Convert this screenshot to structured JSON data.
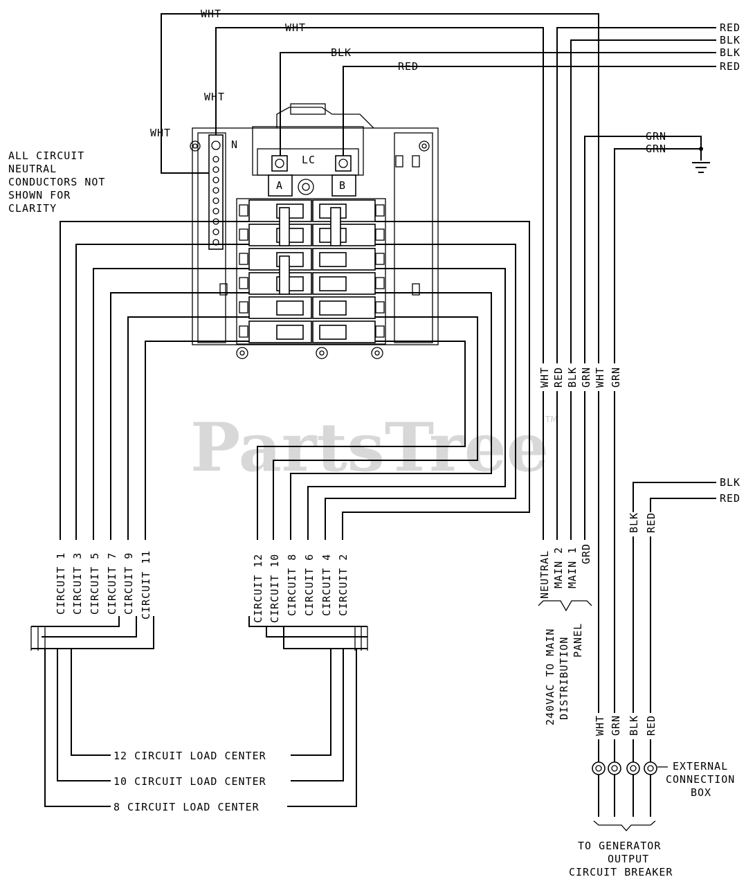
{
  "watermark": {
    "brand": "PartsTree",
    "tm": "TM"
  },
  "notes": {
    "neutral_note": [
      "ALL CIRCUIT",
      "NEUTRAL",
      "CONDUCTORS NOT",
      "SHOWN FOR",
      "CLARITY"
    ]
  },
  "panel": {
    "neutral_label": "N",
    "lc_label": "LC",
    "lug_a": "A",
    "lug_b": "B"
  },
  "wire_labels": {
    "wht": "WHT",
    "red": "RED",
    "blk": "BLK",
    "grn": "GRN"
  },
  "vertical_wire_labels": [
    "WHT",
    "RED",
    "BLK",
    "GRN",
    "WHT",
    "GRN"
  ],
  "generator_labels": [
    "BLK",
    "RED"
  ],
  "left_circuits": [
    "CIRCUIT 1",
    "CIRCUIT 3",
    "CIRCUIT 5",
    "CIRCUIT 7",
    "CIRCUIT 9",
    "CIRCUIT 11"
  ],
  "right_circuits": [
    "CIRCUIT 12",
    "CIRCUIT 10",
    "CIRCUIT 8",
    "CIRCUIT 6",
    "CIRCUIT 4",
    "CIRCUIT 2"
  ],
  "main_feeds": [
    "NEUTRAL",
    "MAIN 2",
    "MAIN 1",
    "GRD"
  ],
  "main_panel_label": [
    "240VAC TO MAIN",
    "DISTRIBUTION",
    "PANEL"
  ],
  "load_centers": [
    "12 CIRCUIT LOAD CENTER",
    "10 CIRCUIT LOAD CENTER",
    "8 CIRCUIT LOAD CENTER"
  ],
  "external_box_wires": [
    "WHT",
    "GRN",
    "BLK",
    "RED"
  ],
  "external_box_label": [
    "EXTERNAL",
    "CONNECTION",
    "BOX"
  ],
  "generator_label": [
    "TO GENERATOR",
    "OUTPUT",
    "CIRCUIT BREAKER"
  ]
}
